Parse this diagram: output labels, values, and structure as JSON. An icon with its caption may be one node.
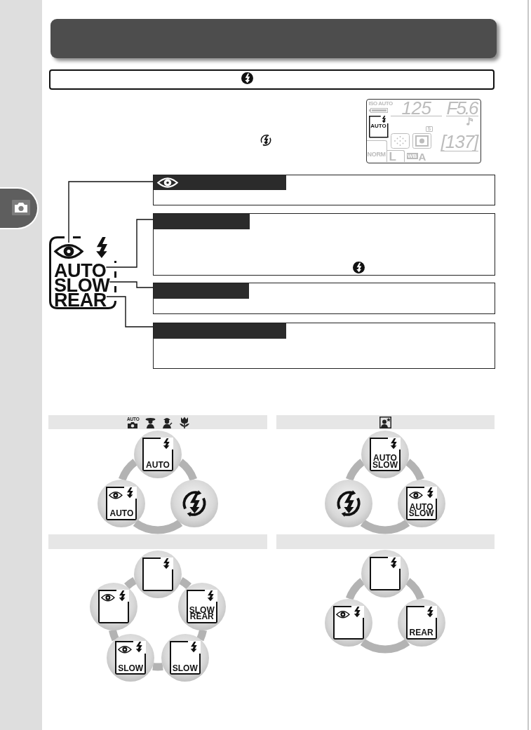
{
  "diagram": {
    "nodes": [
      {
        "text": [],
        "shape": "box"
      },
      {
        "text": [],
        "shape": "box"
      },
      {
        "text": [],
        "shape": "picture",
        "in": 1
      },
      {
        "text": [
          "AUTO"
        ],
        "in": 1
      },
      {
        "text": [
          "SLOW"
        ],
        "in": 1
      },
      {
        "text": [
          "REAR"
        ],
        "in": 1
      },
      {
        "text": [],
        "shape": "box"
      },
      {
        "text": [],
        "shape": "box"
      },
      {
        "text": [],
        "shape": "box"
      },
      {
        "text": [],
        "shape": "box"
      },
      {
        "text": [],
        "shape": "bar"
      },
      {
        "text": [],
        "shape": "bar"
      },
      {
        "text": [
          "AUTO"
        ]
      },
      {
        "text": [
          "AUTO"
        ]
      },
      {
        "text": [],
        "shape": "circle"
      },
      {
        "text": [
          "AUTO SLOW"
        ]
      },
      {
        "text": [],
        "shape": "circle"
      },
      {
        "text": [
          "AUTO SLOW"
        ]
      },
      {
        "text": [],
        "shape": "bar"
      },
      {
        "text": [],
        "shape": "bar"
      },
      {
        "text": [],
        "shape": "circle"
      },
      {
        "text": [],
        "shape": "circle"
      },
      {
        "text": [
          "SLOW REAR"
        ]
      },
      {
        "text": [
          "SLOW"
        ]
      },
      {
        "text": [
          "SLOW"
        ]
      },
      {
        "text": [],
        "shape": "circle"
      },
      {
        "text": [],
        "shape": "circle"
      },
      {
        "text": [
          "REAR"
        ]
      }
    ],
    "edges": [
      {
        "from": 2,
        "to": 6,
        "arrow": "none",
        "color": "#111111"
      },
      {
        "from": 3,
        "to": 7,
        "arrow": "none",
        "color": "#111111"
      },
      {
        "from": 4,
        "to": 8,
        "arrow": "none",
        "color": "#111111"
      },
      {
        "from": 5,
        "to": 9,
        "arrow": "none",
        "color": "#111111"
      },
      {
        "from": 12,
        "to": 14,
        "arrow": "none",
        "color": "#b3b3b3"
      },
      {
        "from": 14,
        "to": 13,
        "arrow": "none",
        "color": "#b3b3b3"
      },
      {
        "from": 13,
        "to": 12,
        "arrow": "none",
        "color": "#b3b3b3"
      },
      {
        "from": 15,
        "to": 17,
        "arrow": "none",
        "color": "#b3b3b3"
      },
      {
        "from": 17,
        "to": 16,
        "arrow": "none",
        "color": "#b3b3b3"
      },
      {
        "from": 16,
        "to": 15,
        "arrow": "none",
        "color": "#b3b3b3"
      },
      {
        "from": 20,
        "to": 22,
        "arrow": "none",
        "color": "#b3b3b3"
      },
      {
        "from": 22,
        "to": 24,
        "arrow": "none",
        "color": "#b3b3b3"
      },
      {
        "from": 24,
        "to": 23,
        "arrow": "none",
        "color": "#b3b3b3"
      },
      {
        "from": 23,
        "to": 21,
        "arrow": "none",
        "color": "#b3b3b3"
      },
      {
        "from": 21,
        "to": 20,
        "arrow": "none",
        "color": "#b3b3b3"
      },
      {
        "from": 25,
        "to": 27,
        "arrow": "none",
        "color": "#b3b3b3"
      },
      {
        "from": 27,
        "to": 26,
        "arrow": "none",
        "color": "#b3b3b3"
      },
      {
        "from": 26,
        "to": 25,
        "arrow": "none",
        "color": "#b3b3b3"
      }
    ],
    "labels": [
      "ISO AUTO",
      "125",
      "F5.6",
      "AUTO",
      "S",
      "[137]",
      "NORM",
      "L",
      "WB",
      "A",
      "AUTO"
    ]
  }
}
